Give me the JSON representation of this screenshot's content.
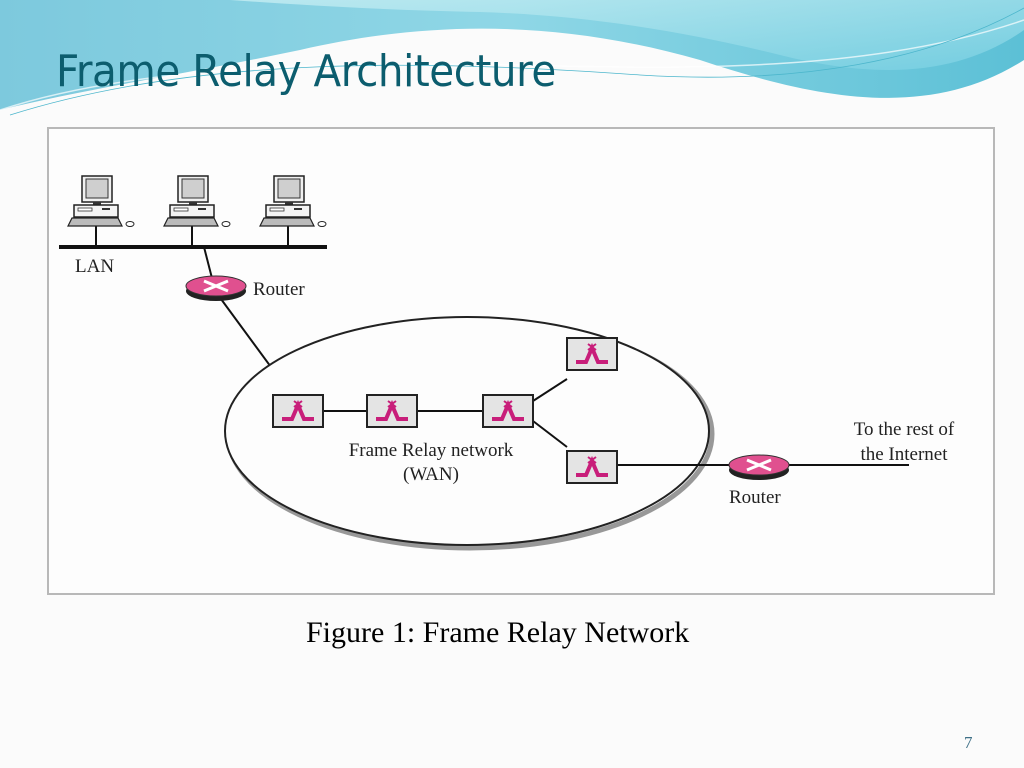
{
  "slide": {
    "title": "Frame Relay Architecture",
    "caption": "Figure 1: Frame Relay Network",
    "page_number": "7"
  },
  "diagram": {
    "labels": {
      "lan": "LAN",
      "router_top": "Router",
      "router_bottom": "Router",
      "network_line1": "Frame Relay network",
      "network_line2": "(WAN)",
      "internet_line1": "To the rest of",
      "internet_line2": "the Internet"
    },
    "nodes": {
      "computers": [
        "pc-1",
        "pc-2",
        "pc-3"
      ],
      "switches": [
        "fr-switch-1",
        "fr-switch-2",
        "fr-switch-3",
        "fr-switch-4",
        "fr-switch-5"
      ],
      "routers": [
        "router-lan",
        "router-internet"
      ]
    },
    "colors": {
      "router_fill": "#e0508f",
      "switch_icon": "#c81e7a",
      "switch_box": "#e4e4e4",
      "title": "#0c5d6e",
      "wave_light": "#a7e3ec",
      "wave_dark": "#5fc4d6"
    }
  }
}
